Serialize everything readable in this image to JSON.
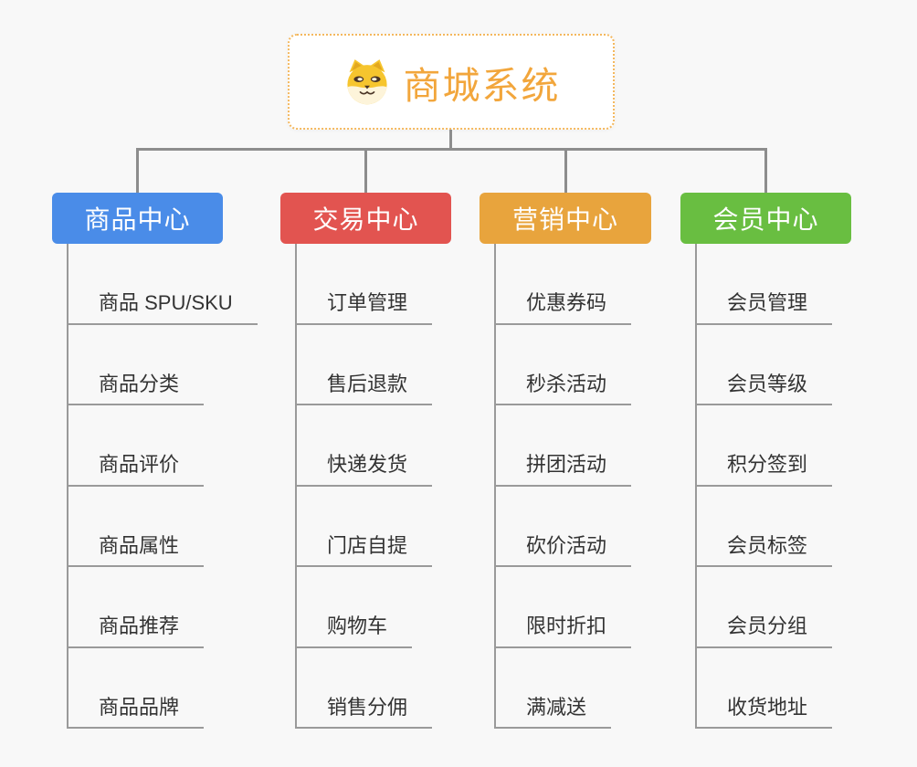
{
  "canvas": {
    "background_color": "#f8f8f8",
    "connector_color": "#8d8d8d",
    "leaf_line_color": "#9a9a9a"
  },
  "root": {
    "title": "商城系统",
    "icon": "doge-face",
    "text_color": "#f2a63c",
    "border_color": "#f4b85e"
  },
  "branches": [
    {
      "id": "product-center",
      "label": "商品中心",
      "color": "#4a8ce8",
      "children": [
        "商品 SPU/SKU",
        "商品分类",
        "商品评价",
        "商品属性",
        "商品推荐",
        "商品品牌"
      ]
    },
    {
      "id": "trade-center",
      "label": "交易中心",
      "color": "#e25450",
      "children": [
        "订单管理",
        "售后退款",
        "快递发货",
        "门店自提",
        "购物车",
        "销售分佣"
      ]
    },
    {
      "id": "marketing-center",
      "label": "营销中心",
      "color": "#e8a43d",
      "children": [
        "优惠券码",
        "秒杀活动",
        "拼团活动",
        "砍价活动",
        "限时折扣",
        "满减送"
      ]
    },
    {
      "id": "member-center",
      "label": "会员中心",
      "color": "#69be41",
      "children": [
        "会员管理",
        "会员等级",
        "积分签到",
        "会员标签",
        "会员分组",
        "收货地址"
      ]
    }
  ]
}
